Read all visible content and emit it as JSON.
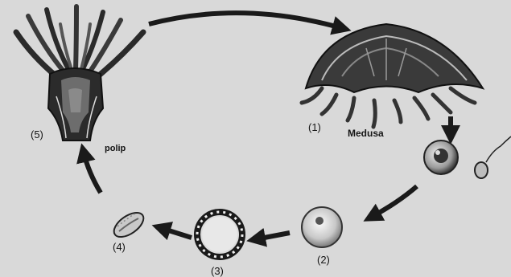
{
  "diagram": {
    "stages": [
      {
        "number": "(1)",
        "label": "Medusa"
      },
      {
        "number": "(2)",
        "label": ""
      },
      {
        "number": "(3)",
        "label": ""
      },
      {
        "number": "(4)",
        "label": ""
      },
      {
        "number": "(5)",
        "label": "polip"
      }
    ],
    "colors": {
      "ink": "#1a1a1a",
      "paper": "#d9d9d9"
    }
  }
}
